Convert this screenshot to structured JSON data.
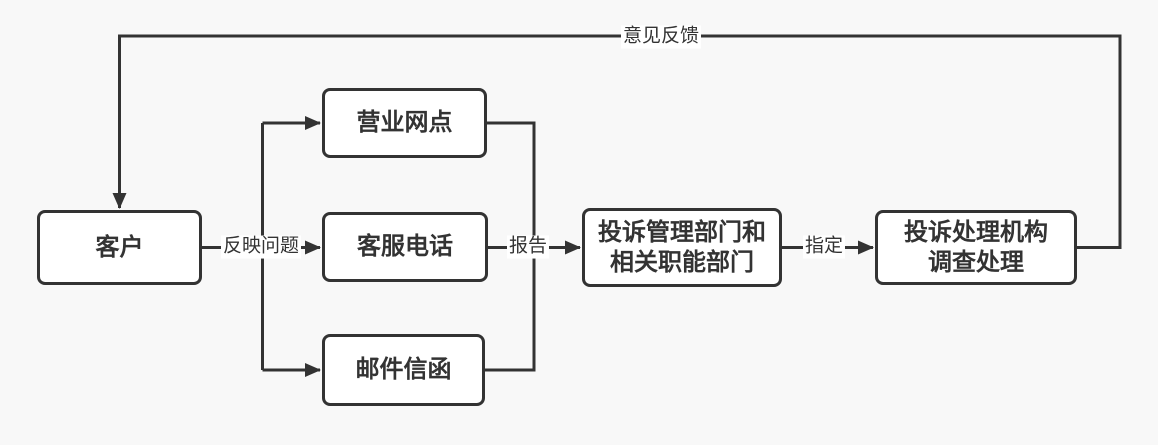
{
  "canvas": {
    "background": "#f8f8f8",
    "stroke_color": "#333333",
    "node_fill": "#ffffff",
    "text_color": "#333333",
    "label_background": "#ffffff"
  },
  "nodes": {
    "customer": {
      "label": "客户"
    },
    "business_outlet": {
      "label": "营业网点"
    },
    "service_hotline": {
      "label": "客服电话"
    },
    "mail_letter": {
      "label": "邮件信函"
    },
    "complaint_mgmt": {
      "line1": "投诉管理部门和",
      "line2": "相关职能部门"
    },
    "complaint_handler": {
      "line1": "投诉处理机构",
      "line2": "调查处理"
    }
  },
  "edge_labels": {
    "report_problem": "反映问题",
    "report": "报告",
    "designate": "指定",
    "feedback": "意见反馈"
  }
}
